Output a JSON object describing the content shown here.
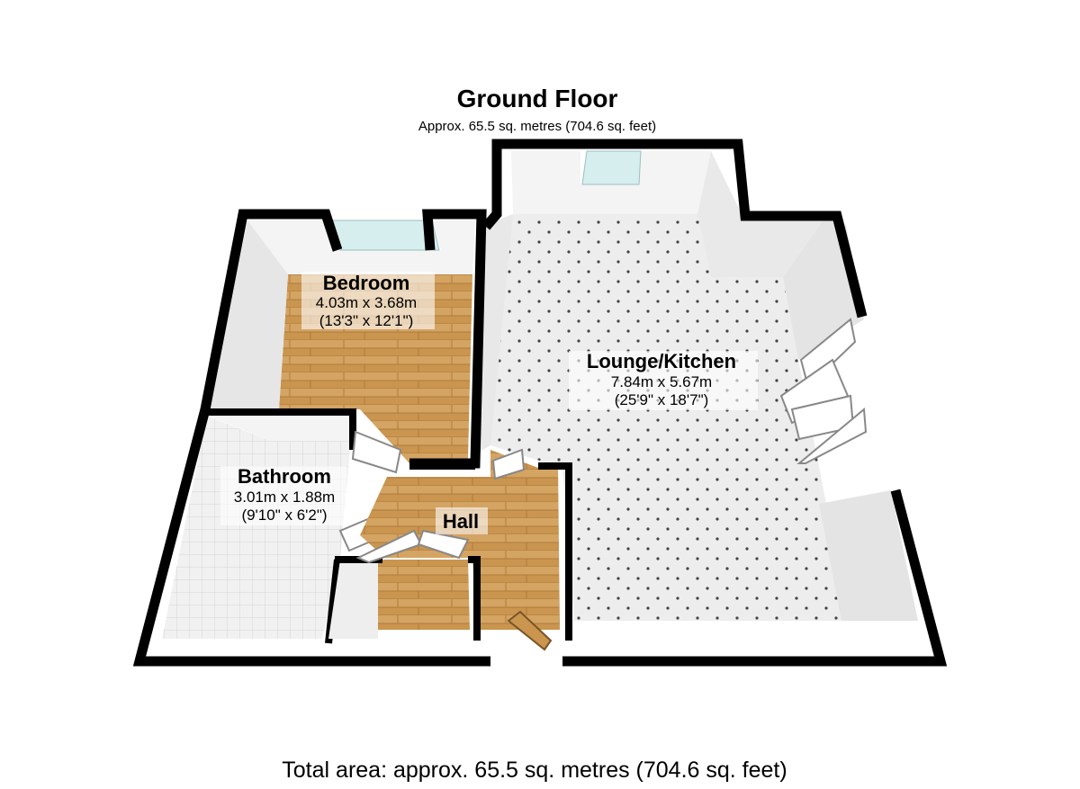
{
  "floor": {
    "title": "Ground Floor",
    "area": "Approx. 65.5 sq. metres (704.6 sq. feet)"
  },
  "rooms": {
    "bedroom": {
      "name": "Bedroom",
      "metric": "4.03m x 3.68m",
      "imperial": "(13'3\" x 12'1\")"
    },
    "lounge": {
      "name": "Lounge/Kitchen",
      "metric": "7.84m x 5.67m",
      "imperial": "(25'9\" x 18'7\")"
    },
    "bathroom": {
      "name": "Bathroom",
      "metric": "3.01m x 1.88m",
      "imperial": "(9'10\" x 6'2\")"
    },
    "hall": {
      "name": "Hall"
    }
  },
  "total": "Total area: approx. 65.5 sq. metres (704.6 sq. feet)",
  "colors": {
    "wall": "#000000",
    "wood": "#c9954f",
    "tile": "#eeeeee",
    "window": "#d6eeee",
    "wall_face": "#f2f2f2"
  }
}
